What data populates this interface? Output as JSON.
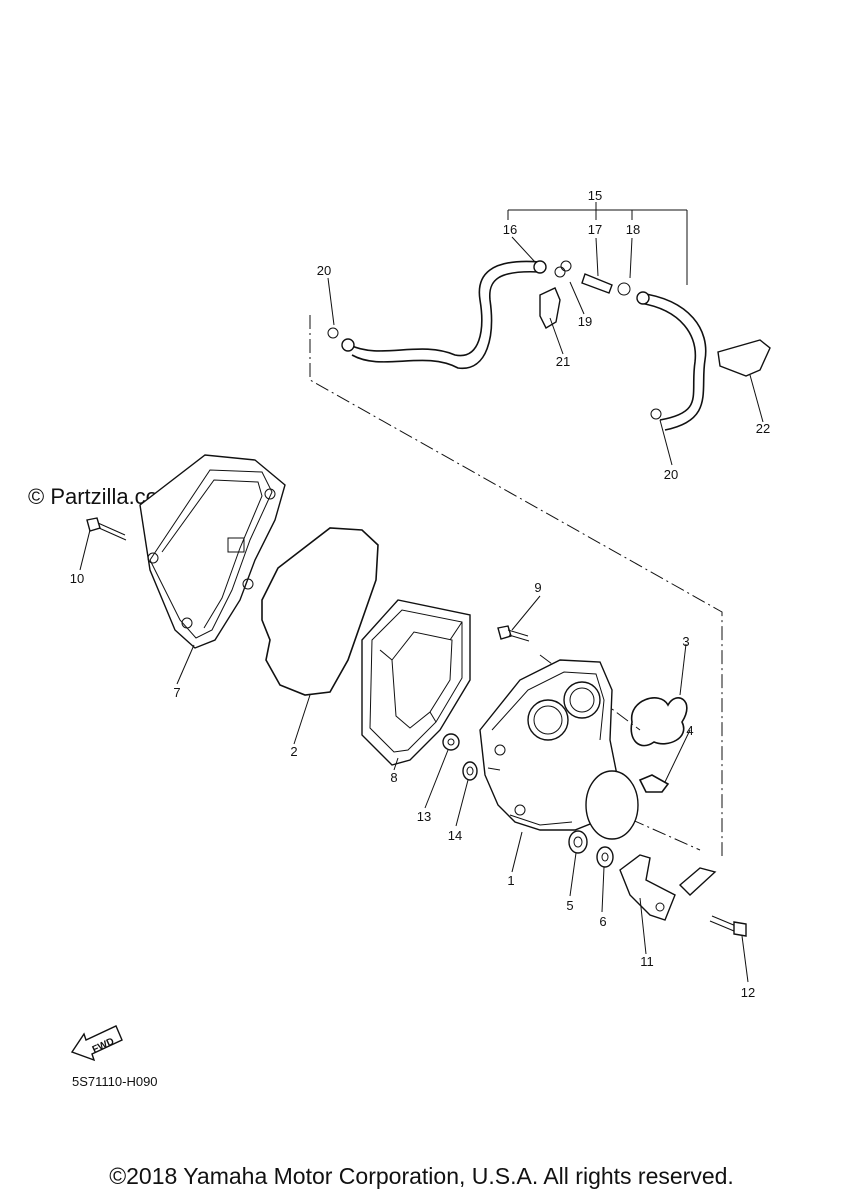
{
  "watermark": "© Partzilla.com",
  "drawing_code": "5S71110-H090",
  "copyright": "©2018 Yamaha Motor Corporation, U.S.A. All rights reserved.",
  "fwd_label": "FWD",
  "callouts": {
    "p1": "1",
    "p2": "2",
    "p3": "3",
    "p4": "4",
    "p5": "5",
    "p6": "6",
    "p7": "7",
    "p8": "8",
    "p9": "9",
    "p10": "10",
    "p11": "11",
    "p12": "12",
    "p13": "13",
    "p14": "14",
    "p15": "15",
    "p16": "16",
    "p17": "17",
    "p18": "18",
    "p19": "19",
    "p20a": "20",
    "p20b": "20",
    "p21": "21",
    "p22": "22"
  }
}
